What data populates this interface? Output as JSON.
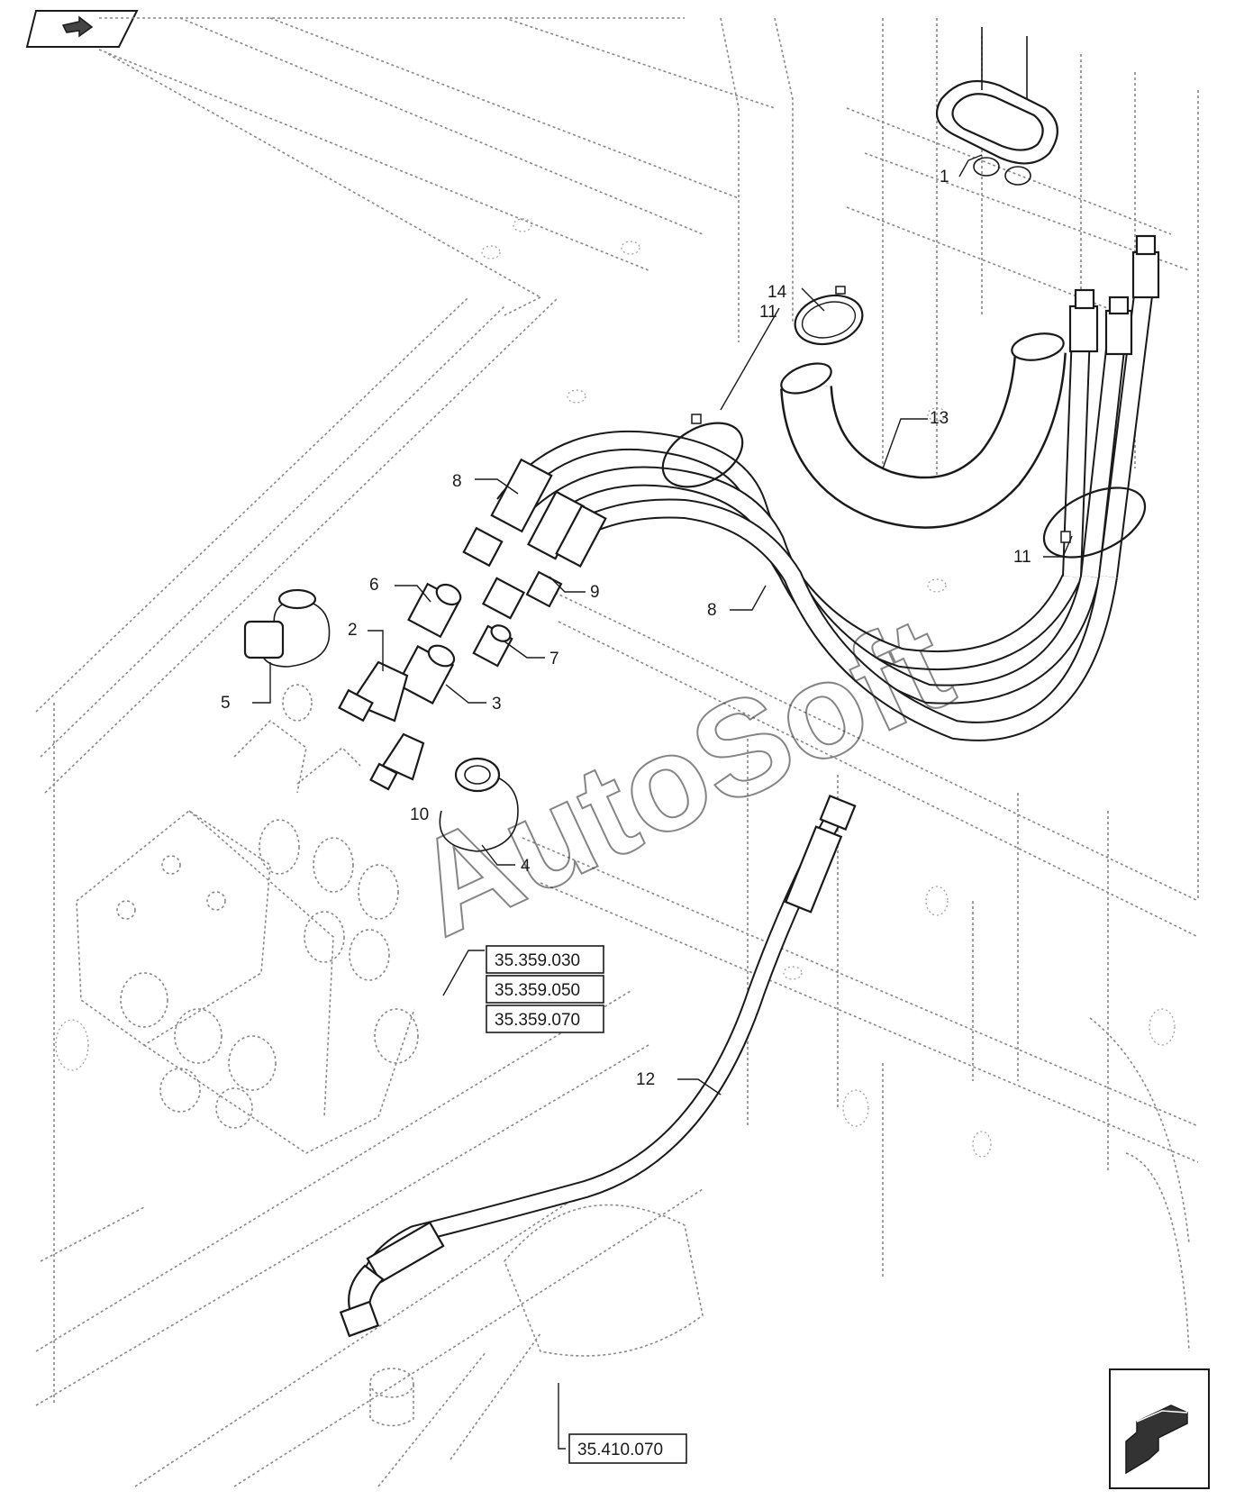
{
  "callouts": {
    "c1": "1",
    "c2": "2",
    "c3": "3",
    "c4": "4",
    "c5": "5",
    "c6": "6",
    "c7": "7",
    "c8a": "8",
    "c8b": "8",
    "c9": "9",
    "c10": "10",
    "c11a": "11",
    "c11b": "11",
    "c12": "12",
    "c13": "13",
    "c14": "14"
  },
  "references": {
    "ref1": "35.359.030",
    "ref2": "35.359.050",
    "ref3": "35.359.070",
    "ref4": "35.410.070"
  },
  "watermark": "AutoSoft",
  "icons": {
    "top_left": "back-arrow-icon",
    "bottom_right": "next-arrow-icon"
  }
}
